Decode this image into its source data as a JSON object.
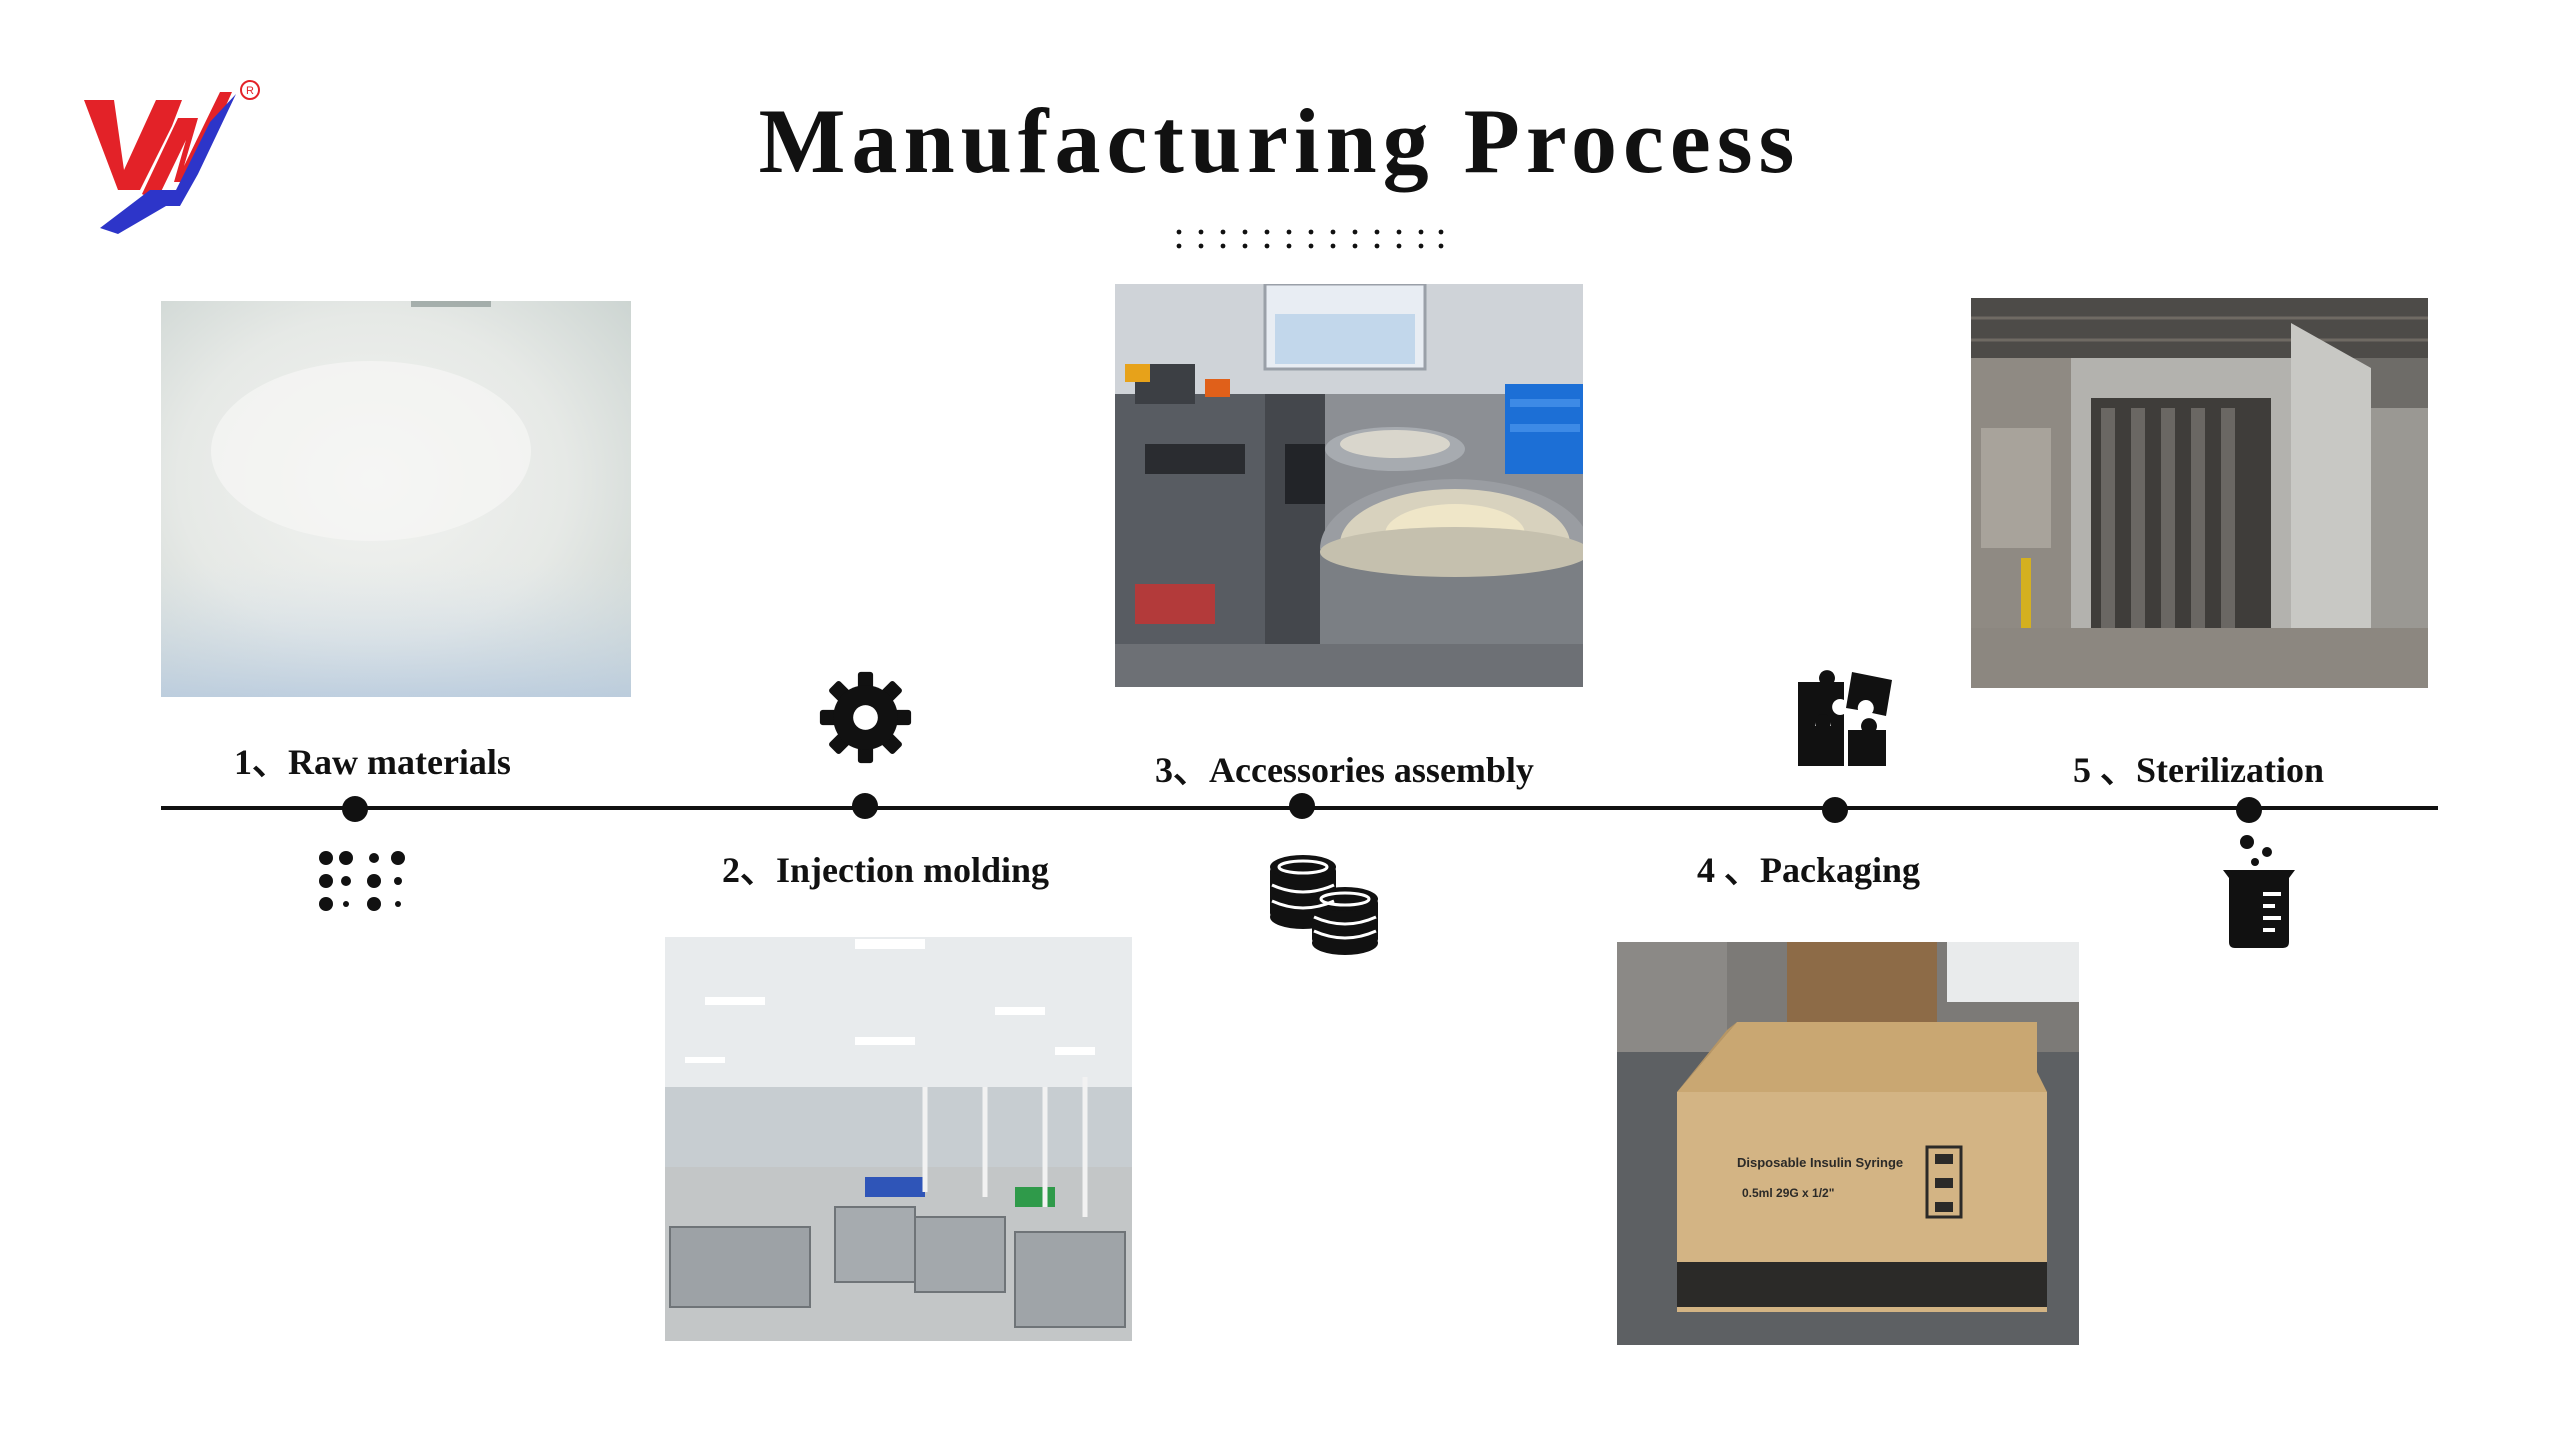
{
  "page": {
    "title": "Manufacturing Process"
  },
  "colors": {
    "logo_red": "#e32228",
    "logo_blue": "#2d35c9",
    "timeline": "#111111",
    "background": "#ffffff"
  },
  "steps": [
    {
      "label": "1、Raw materials",
      "icon": "braille-dots-icon",
      "photo": "raw-material-photo"
    },
    {
      "label": "2、Injection  molding",
      "icon": "gear-icon",
      "photo": "injection-workshop-photo"
    },
    {
      "label": "3、Accessories  assembly",
      "icon": "coins-icon",
      "photo": "assembly-machine-photo"
    },
    {
      "label": "4 、Packaging",
      "icon": "puzzle-icon",
      "photo": "packaging-box-photo"
    },
    {
      "label": "5 、Sterilization",
      "icon": "beaker-icon",
      "photo": "sterilization-chamber-photo"
    }
  ],
  "box_print": {
    "product": "Disposable Insulin Syringe",
    "spec": "0.5ml 29G x 1/2\""
  }
}
